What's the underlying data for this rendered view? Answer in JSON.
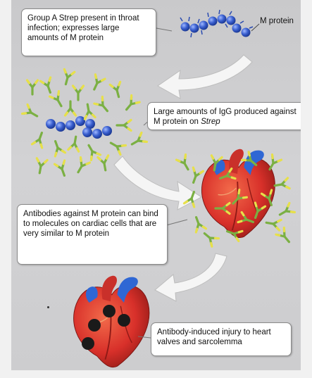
{
  "callouts": {
    "strep": "Group A Strep present in throat infection; expresses large amounts of M protein",
    "igg_main": "Large amounts of IgG produced against M protein on ",
    "igg_italic": "Strep",
    "mimicry": "Antibodies against M protein can bind to molecules on cardiac cells that are very similar to M protein",
    "injury": "Antibody-induced injury to heart valves and sarcolemma"
  },
  "labels": {
    "m_protein": "M protein"
  },
  "colors": {
    "panel_bg": "#d0d0d2",
    "arrow_fill": "#f5f5f5",
    "bacteria": "#3a5fcf",
    "antibody_green": "#7bb043",
    "antibody_yellow": "#e8e04a",
    "heart_red": "#d8302a",
    "vessel_blue": "#2f67d4",
    "lesion": "#1a1a1a"
  }
}
